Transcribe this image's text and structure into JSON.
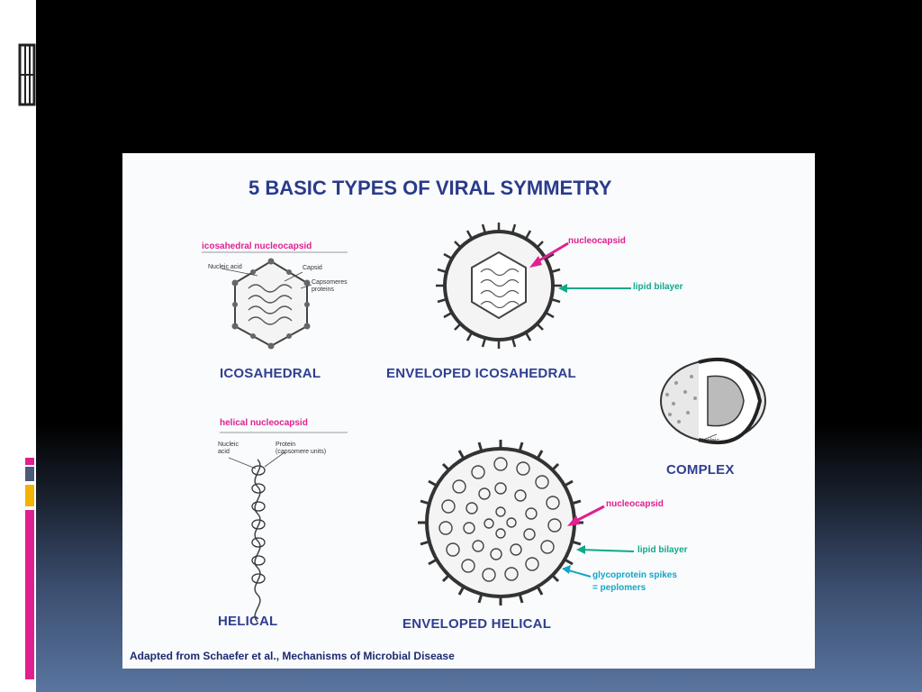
{
  "title": "5 BASIC TYPES OF VIRAL SYMMETRY",
  "types": {
    "icosahedral": "ICOSAHEDRAL",
    "enveloped_icosahedral": "ENVELOPED ICOSAHEDRAL",
    "complex": "COMPLEX",
    "helical": "HELICAL",
    "enveloped_helical": "ENVELOPED HELICAL"
  },
  "annotations": {
    "icosahedral_nucleocapsid": "icosahedral nucleocapsid",
    "icosahedral_nucleic_acid": "Nucleic acid",
    "icosahedral_capsid": "Capsid",
    "icosahedral_capsomeres": "Capsomeres proteins",
    "env_ico_nucleocapsid": "nucleocapsid",
    "env_ico_lipid_bilayer": "lipid bilayer",
    "helical_nucleocapsid": "helical nucleocapsid",
    "helical_nucleic_acid": "Nucleic acid",
    "helical_protein": "Protein (capsomere units)",
    "complex_label": "Nucleic",
    "env_hel_nucleocapsid": "nucleocapsid",
    "env_hel_lipid_bilayer": "lipid bilayer",
    "env_hel_glycoprotein": "glycoprotein spikes",
    "env_hel_peplomers": "= peplomers"
  },
  "credit": "Adapted from Schaefer et al., Mechanisms of Microbial Disease",
  "colors": {
    "title": "#2a3b8a",
    "pink_label": "#e0208f",
    "green_label": "#11a88a",
    "cyan_label": "#12a6c7",
    "stripe_magenta": "#e0208f",
    "stripe_yellow": "#f2b400",
    "stripe_slate": "#4a5a78"
  }
}
